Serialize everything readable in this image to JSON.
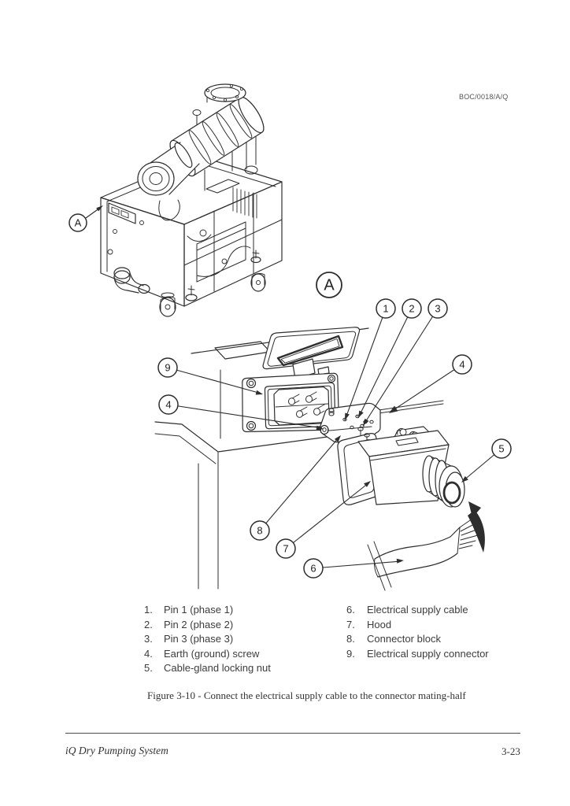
{
  "header": {
    "doc_ref": "BOC/0018/A/Q"
  },
  "figure": {
    "pump_label": "A",
    "detail_label": "A",
    "callouts": {
      "pin1": "1",
      "pin2": "2",
      "pin3": "3",
      "earth_right": "4",
      "earth_left": "4",
      "gland": "5",
      "cable": "6",
      "hood": "7",
      "block": "8",
      "connector": "9"
    }
  },
  "legend": {
    "left": [
      {
        "num": "1.",
        "label": "Pin 1 (phase 1)"
      },
      {
        "num": "2.",
        "label": "Pin 2 (phase 2)"
      },
      {
        "num": "3.",
        "label": "Pin 3 (phase 3)"
      },
      {
        "num": "4.",
        "label": "Earth (ground) screw"
      },
      {
        "num": "5.",
        "label": "Cable-gland locking nut"
      }
    ],
    "right": [
      {
        "num": "6.",
        "label": "Electrical supply cable"
      },
      {
        "num": "7.",
        "label": "Hood"
      },
      {
        "num": "8.",
        "label": "Connector block"
      },
      {
        "num": "9.",
        "label": "Electrical supply connector"
      }
    ]
  },
  "caption": "Figure 3-10 - Connect the electrical supply cable to the connector mating-half",
  "footer": {
    "book_title": "iQ Dry Pumping System",
    "page_number": "3-23"
  }
}
